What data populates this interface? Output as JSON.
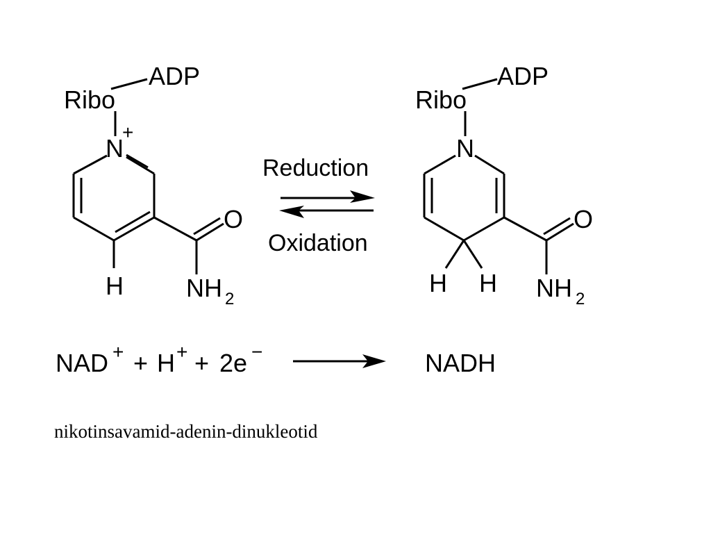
{
  "colors": {
    "ink": "#000000",
    "background": "#ffffff"
  },
  "reaction": {
    "forward_label": "Reduction",
    "reverse_label": "Oxidation"
  },
  "oxidized": {
    "ribo": "Ribo",
    "adp": "ADP",
    "nitrogen": "N",
    "charge": "+",
    "h4": "H",
    "oxygen": "O",
    "amide_n": "NH",
    "amide_sub": "2"
  },
  "reduced": {
    "ribo": "Ribo",
    "adp": "ADP",
    "nitrogen": "N",
    "h4a": "H",
    "h4b": "H",
    "oxygen": "O",
    "amide_n": "NH",
    "amide_sub": "2"
  },
  "equation": {
    "nad": "NAD",
    "nad_sup": "+",
    "plus1": "+",
    "h": "H",
    "h_sup": "+",
    "plus2": "+",
    "electrons": "2e",
    "electrons_sup": "−",
    "product": "NADH"
  },
  "caption": "nikotinsavamid-adenin-dinukleotid"
}
